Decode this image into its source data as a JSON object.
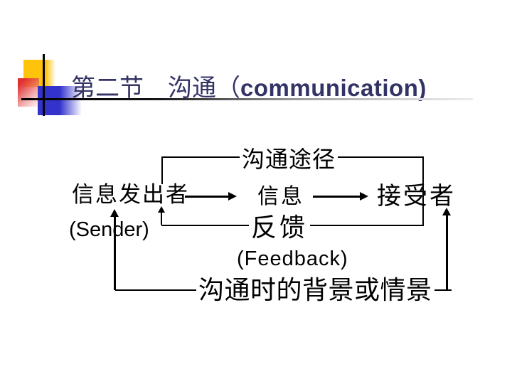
{
  "slide": {
    "background_color": "#ffffff",
    "title": {
      "text_zh": "第二节　沟通（",
      "text_en": "communication)",
      "color": "#333366"
    },
    "decoration": {
      "yellow_square_color": "#ffc30b",
      "red_square_color": "#e03030",
      "blue_square_color": "#3333cc",
      "crosshair_line_color": "#000000",
      "rule_gradient": [
        "#000000",
        "#ececec"
      ]
    }
  },
  "diagram": {
    "line_color": "#000000",
    "channel_label": "沟通途径",
    "sender_label": "信息发出者",
    "sender_sub": "(Sender)",
    "message_label": "信息",
    "receiver_label": "接受者",
    "feedback_label": "反馈",
    "feedback_sub": "(Feedback)",
    "context_label": "沟通时的背景或情景"
  }
}
